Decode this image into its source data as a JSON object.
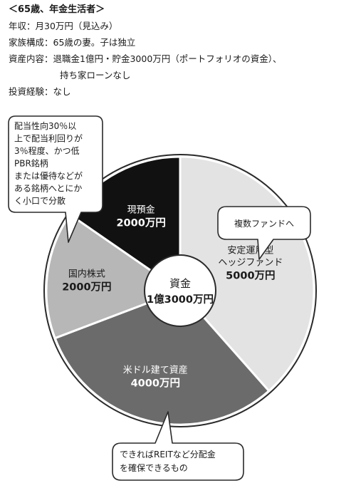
{
  "profile": {
    "heading": "＜65歳、年金生活者＞",
    "income_label": "年収：",
    "income_value": "月30万円（見込み）",
    "family_label": "家族構成：",
    "family_value": "65歳の妻。子は独立",
    "assets_label": "資産内容：",
    "assets_value_line1": "退職金1億円・貯金3000万円（ポートフォリオの資金）、",
    "assets_value_line2": "持ち家ローンなし",
    "experience_label": "投資経験：",
    "experience_value": "なし"
  },
  "chart_data": {
    "type": "pie",
    "center_label": [
      "資金",
      "1億3000万円"
    ],
    "total": 13000,
    "unit": "万円",
    "slices": [
      {
        "name": "安定運用型ヘッジファンド",
        "label_lines": [
          "安定運用型",
          "ヘッジファンド"
        ],
        "amount_text": "5000万円",
        "value": 5000,
        "color": "#e3e3e3",
        "text_color": "#1a1a1a"
      },
      {
        "name": "米ドル建て資産",
        "label_lines": [
          "米ドル建て資産"
        ],
        "amount_text": "4000万円",
        "value": 4000,
        "color": "#6b6b6b",
        "text_color": "#ffffff"
      },
      {
        "name": "国内株式",
        "label_lines": [
          "国内株式"
        ],
        "amount_text": "2000万円",
        "value": 2000,
        "color": "#b7b7b7",
        "text_color": "#1a1a1a"
      },
      {
        "name": "現預金",
        "label_lines": [
          "現預金"
        ],
        "amount_text": "2000万円",
        "value": 2000,
        "color": "#111111",
        "text_color": "#ffffff"
      }
    ]
  },
  "callouts": {
    "stocks_note": [
      "配当性向30％以",
      "上で配当利回りが",
      "3％程度、かつ低",
      "PBR銘柄",
      "または優待などが",
      "ある銘柄へとにか",
      "く小口で分散"
    ],
    "hedge_note": [
      "複数ファンドへ"
    ],
    "usd_note": [
      "できればREITなど分配金",
      "を確保できるもの"
    ]
  }
}
